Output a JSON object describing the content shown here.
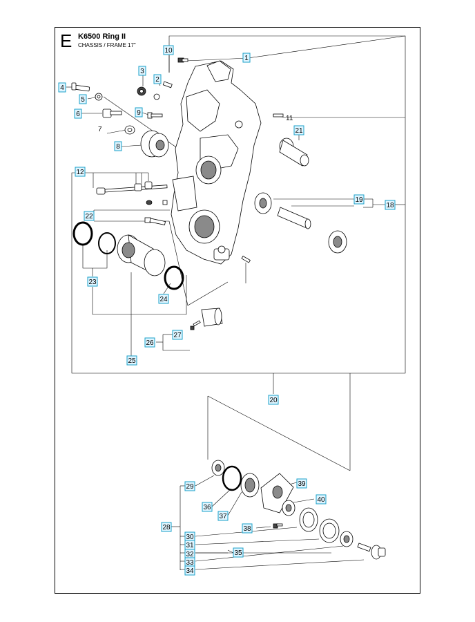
{
  "section": "E",
  "title": "K6500 Ring II",
  "subtitle": "CHASSIS / FRAME 17\"",
  "callouts": [
    "1",
    "2",
    "3",
    "4",
    "5",
    "6",
    "8",
    "9",
    "10",
    "12",
    "18",
    "19",
    "20",
    "21",
    "22",
    "23",
    "24",
    "25",
    "26",
    "27",
    "28",
    "29",
    "30",
    "31",
    "32",
    "33",
    "34",
    "35",
    "36",
    "37",
    "38",
    "39",
    "40"
  ],
  "plain_labels": [
    "11",
    "7"
  ],
  "colors": {
    "callout_fill": "#dff5ff",
    "callout_border": "#1aa0c8",
    "line": "#000000"
  }
}
